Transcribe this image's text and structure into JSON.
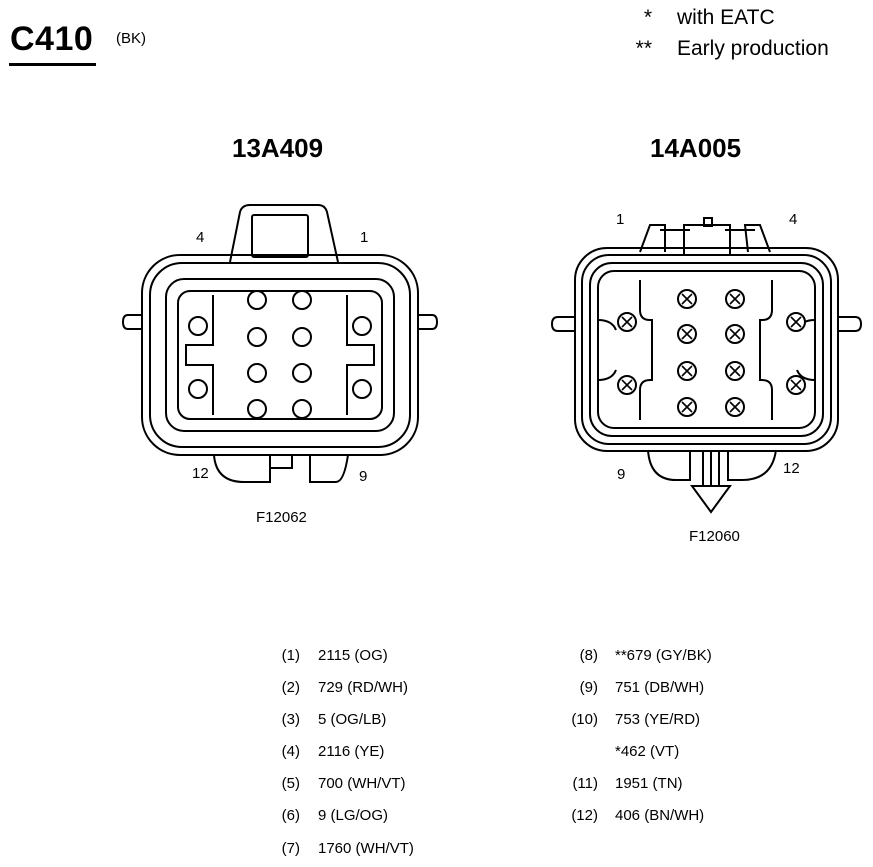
{
  "header": {
    "connector_id": "C410",
    "color_code": "(BK)"
  },
  "legend": [
    {
      "symbol": "*",
      "text": "with EATC"
    },
    {
      "symbol": "**",
      "text": "Early production"
    }
  ],
  "left_connector": {
    "part_number": "13A409",
    "pin_labels": {
      "top_left": "4",
      "top_right": "1",
      "bottom_left": "12",
      "bottom_right": "9"
    },
    "figure_id": "F12062"
  },
  "right_connector": {
    "part_number": "14A005",
    "pin_labels": {
      "top_left": "1",
      "top_right": "4",
      "bottom_left": "9",
      "bottom_right": "12"
    },
    "figure_id": "F12060"
  },
  "pinout_left": [
    {
      "pin": "(1)",
      "circuit": "2115 (OG)"
    },
    {
      "pin": "(2)",
      "circuit": "729 (RD/WH)"
    },
    {
      "pin": "(3)",
      "circuit": "5 (OG/LB)"
    },
    {
      "pin": "(4)",
      "circuit": "2116 (YE)"
    },
    {
      "pin": "(5)",
      "circuit": "700 (WH/VT)"
    },
    {
      "pin": "(6)",
      "circuit": "9 (LG/OG)"
    },
    {
      "pin": "(7)",
      "circuit": "1760 (WH/VT)"
    }
  ],
  "pinout_right": [
    {
      "pin": "(8)",
      "circuit": "**679 (GY/BK)"
    },
    {
      "pin": "(9)",
      "circuit": "751 (DB/WH)"
    },
    {
      "pin": "(10)",
      "circuit": "753 (YE/RD)"
    },
    {
      "pin": "",
      "circuit": "*462 (VT)"
    },
    {
      "pin": "(11)",
      "circuit": "1951 (TN)"
    },
    {
      "pin": "(12)",
      "circuit": "406 (BN/WH)"
    }
  ]
}
